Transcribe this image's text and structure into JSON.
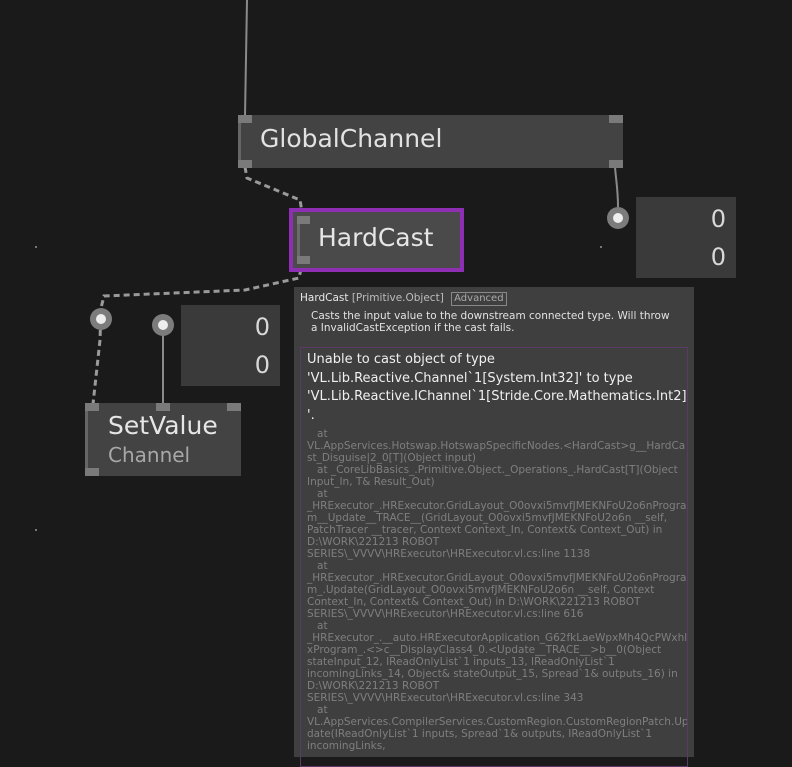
{
  "nodes": {
    "global_channel": {
      "title": "GlobalChannel"
    },
    "hard_cast": {
      "title": "HardCast"
    },
    "set_value": {
      "title": "SetValue",
      "subtitle": "Channel"
    }
  },
  "ioboxes": {
    "right": {
      "values": [
        "0",
        "0"
      ]
    },
    "left": {
      "values": [
        "0",
        "0"
      ]
    }
  },
  "tooltip": {
    "node_name": "HardCast",
    "category": "[Primitive.Object]",
    "badge": "Advanced",
    "description": "Casts the input value to the downstream connected type. Will throw a InvalidCastException if the cast fails.",
    "error_message_lines": [
      "Unable to cast object of type",
      "'VL.Lib.Reactive.Channel`1[System.Int32]' to type",
      "'VL.Lib.Reactive.IChannel`1[Stride.Core.Mathematics.Int2]",
      "'."
    ],
    "stack_trace_lines": [
      "   at",
      "VL.AppServices.Hotswap.HotswapSpecificNodes.<HardCast>g__HardCa",
      "st_Disguise|2_0[T](Object input)",
      "   at _CoreLibBasics_.Primitive.Object._Operations_.HardCast[T](Object",
      "Input_In, T& Result_Out)",
      "   at",
      "_HRExecutor_.HRExecutor.GridLayout_O0ovxi5mvfJMEKNFoU2o6nProgra",
      "m__Update__TRACE__(GridLayout_O0ovxi5mvfJMEKNFoU2o6n __self,",
      "PatchTracer __tracer, Context Context_In, Context& Context_Out) in",
      "D:\\WORK\\221213 ROBOT",
      "SERIES\\_VVVV\\HRExecutor\\HRExecutor.vl.cs:line 1138",
      "   at",
      "_HRExecutor_.HRExecutor.GridLayout_O0ovxi5mvfJMEKNFoU2o6nProgra",
      "m_.Update(GridLayout_O0ovxi5mvfJMEKNFoU2o6n __self, Context",
      "Context_In, Context& Context_Out) in D:\\WORK\\221213 ROBOT",
      "SERIES\\_VVVV\\HRExecutor\\HRExecutor.vl.cs:line 616",
      "   at",
      "_HRExecutor_.__auto.HRExecutorApplication_G62fkLaeWpxMh4QcPWxhl",
      "xProgram_.<>c__DisplayClass4_0.<Update__TRACE__>b__0(Object",
      "stateInput_12, IReadOnlyList`1 inputs_13, IReadOnlyList`1",
      "incomingLinks_14, Object& stateOutput_15, Spread`1& outputs_16) in",
      "D:\\WORK\\221213 ROBOT",
      "SERIES\\_VVVV\\HRExecutor\\HRExecutor.vl.cs:line 343",
      "   at",
      "VL.AppServices.CompilerServices.CustomRegion.CustomRegionPatch.Up",
      "date(IReadOnlyList`1 inputs, Spread`1& outputs, IReadOnlyList`1",
      "incomingLinks,"
    ]
  }
}
